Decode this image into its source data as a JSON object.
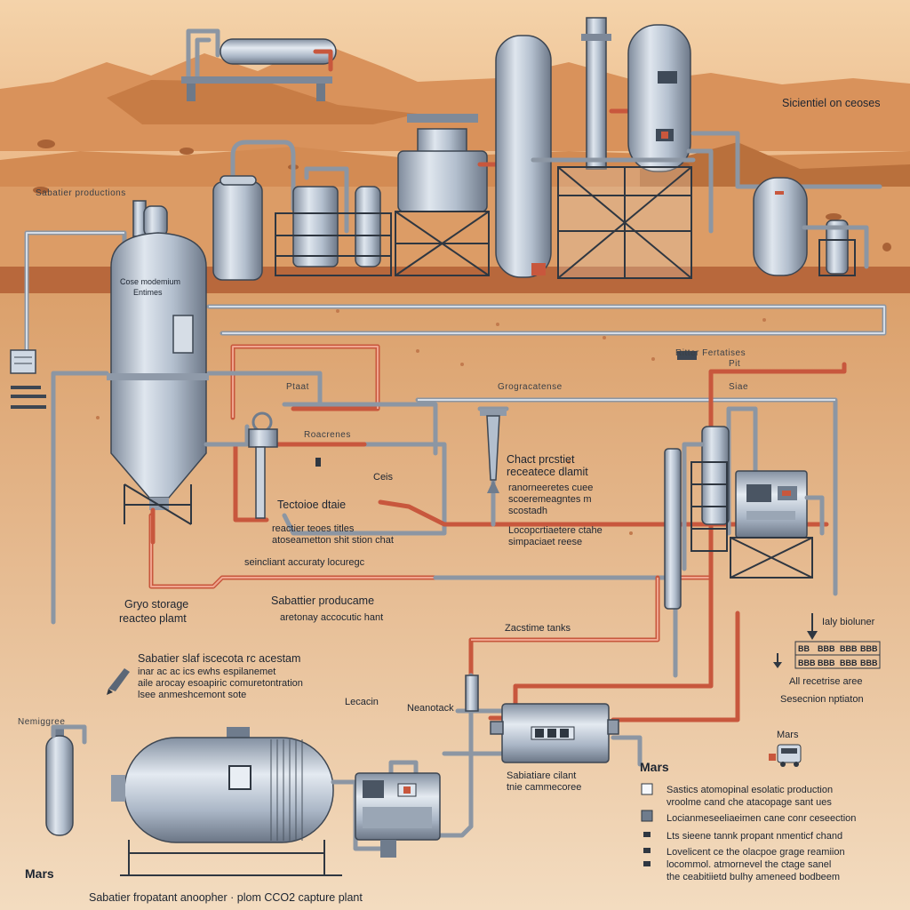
{
  "header": {
    "top_right": "Sicientiel on ceoses",
    "left_band": "Sabatier productions"
  },
  "colors": {
    "sky": "#e8b683",
    "ground": "#d9955d",
    "ground_dark": "#b96a3a",
    "steel": "#aeb9c8",
    "steel_dark": "#6f7c8d",
    "pipe_red": "#c8573d",
    "pipe_gray": "#8c96a3",
    "paper": "#f6ead8"
  },
  "labels": {
    "tank_plate_1": "Cose modemium",
    "tank_plate_2": "Entimes",
    "top_mid": "Grogracatense",
    "small_tag": "Ptaat",
    "box_label": "Roacrenes",
    "ceis": "Ceis",
    "right_top_1": "Ritter  Fertatises",
    "right_top_2": "Pit",
    "right_top_3": "Siae",
    "treat_line1": "Tectoioe dtaie",
    "reactor_caption_1": "reactier   teoes  titles",
    "reactor_caption_2": "atoseametton shit stion chat",
    "accuracy": "seincliant accuraty locuregc",
    "chart_1": "Chact prcstiet",
    "chart_2": "receatece dlamit",
    "chart_3": "ranorneeretes cuee",
    "chart_4": "scoeremeagntes m",
    "chart_5": "scostadh",
    "locop_1": "Locopcrtiaetere ctahe",
    "locop_2": "simpaciaet reese",
    "cryo_1": "Gryo storage",
    "cryo_2": "reacteo plamt",
    "sab_prod_1": "Sabattier producame",
    "sab_prod_2": "aretonay accocutic hant",
    "gastime": "Zacstime tanks",
    "hydro": "Ialy bioluner",
    "sab_staf_1": "Sabatier  slaf  iscecota  rc acestam",
    "sab_staf_2": "inar ac ac ics ewhs espilanemet",
    "sab_staf_3": "aile arocay esoapiric comuretontration",
    "sab_staf_4": "lsee anmeshcemont sote",
    "lecacn": "Lecacin",
    "neanotack": "Neanotack",
    "right_mid_1": "All recetrise aree",
    "right_mid_2": "Sesecnion nptiaton",
    "nemiggree": "Nemiggree",
    "mars_small": "Mars",
    "mars_right": "Mars",
    "sabation_1": "Sabiatiare cilant",
    "sabation_2": "tnie cammecoree",
    "mars_bottom": "Mars",
    "bottom_caption": "Sabatier fropatant anoopher · plom CCO2 capture  plant"
  },
  "legend": {
    "items": [
      {
        "text": "Sastics  atomopinal  esolatic production",
        "sub": "vroolme cand che atacopage sant ues"
      },
      {
        "text": "Locianmeseeliaeimen cane conr ceseection",
        "sub": ""
      },
      {
        "text": "Lts  sieene  tannk  propant  nmenticf  chand",
        "sub": ""
      },
      {
        "text": "Lovelicent  ce  the  olacpoe  grage  reamiion",
        "sub": ""
      },
      {
        "text": "locommol. atmornevel  the  ctage  sanel",
        "sub": ""
      },
      {
        "text": "the  ceabitiietd  bulhy  ameneed  bodbeem",
        "sub": ""
      }
    ]
  },
  "readouts": {
    "row1": [
      "BB",
      "BBB",
      "BBB",
      "BBB"
    ],
    "row2": [
      "BBB",
      "BBB",
      "BBB",
      "BBB"
    ]
  }
}
